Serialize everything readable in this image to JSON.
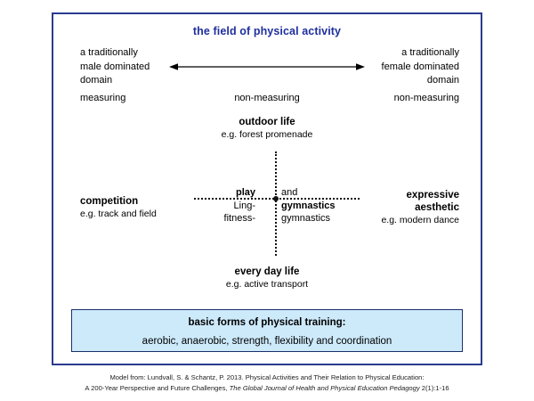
{
  "diagram": {
    "title": "the field of physical activity",
    "poles": {
      "left": "a traditionally\nmale dominated\ndomain",
      "left_line1": "a traditionally",
      "left_line2": "male dominated",
      "left_line3": "domain",
      "right_line1": "a traditionally",
      "right_line2": "female dominated",
      "right_line3": "domain"
    },
    "arrow": {
      "name": "double-headed-horizontal-arrow",
      "color": "#000000"
    },
    "measuring_row": {
      "left": "measuring",
      "center": "non-measuring",
      "right": "non-measuring"
    },
    "quadrants": {
      "top": {
        "heading": "outdoor life",
        "example": "e.g. forest promenade"
      },
      "bottom": {
        "heading": "every day life",
        "example": "e.g. active transport"
      },
      "left": {
        "heading": "competition",
        "example": "e.g. track and field"
      },
      "right": {
        "heading_line1": "expressive",
        "heading_line2": "aesthetic",
        "example": "e.g. modern dance"
      }
    },
    "centre": {
      "left_line1": "play",
      "left_line2": "Ling-",
      "left_line3": "fitness-",
      "right_line1": "and",
      "right_line2": "gymnastics",
      "right_line3": "gymnastics"
    },
    "basic_box": {
      "title": "basic forms of physical training:",
      "subtitle": "aerobic, anaerobic, strength, flexibility and coordination",
      "fill_color": "#cdeafb",
      "border_color": "#1b2f6b"
    },
    "frame_border_color": "#2b3b8f",
    "title_color": "#1f2f9e"
  },
  "footer": {
    "line1": "Model from: Lundvall, S. & Schantz, P. 2013. Physical Activities and Their Relation to Physical Education:",
    "line2_pre": "A 200-Year Perspective and Future Challenges, ",
    "line2_italic": "The Global Journal of Health and Physical Education Pedagogy",
    "line2_post": " 2(1):1-16"
  }
}
